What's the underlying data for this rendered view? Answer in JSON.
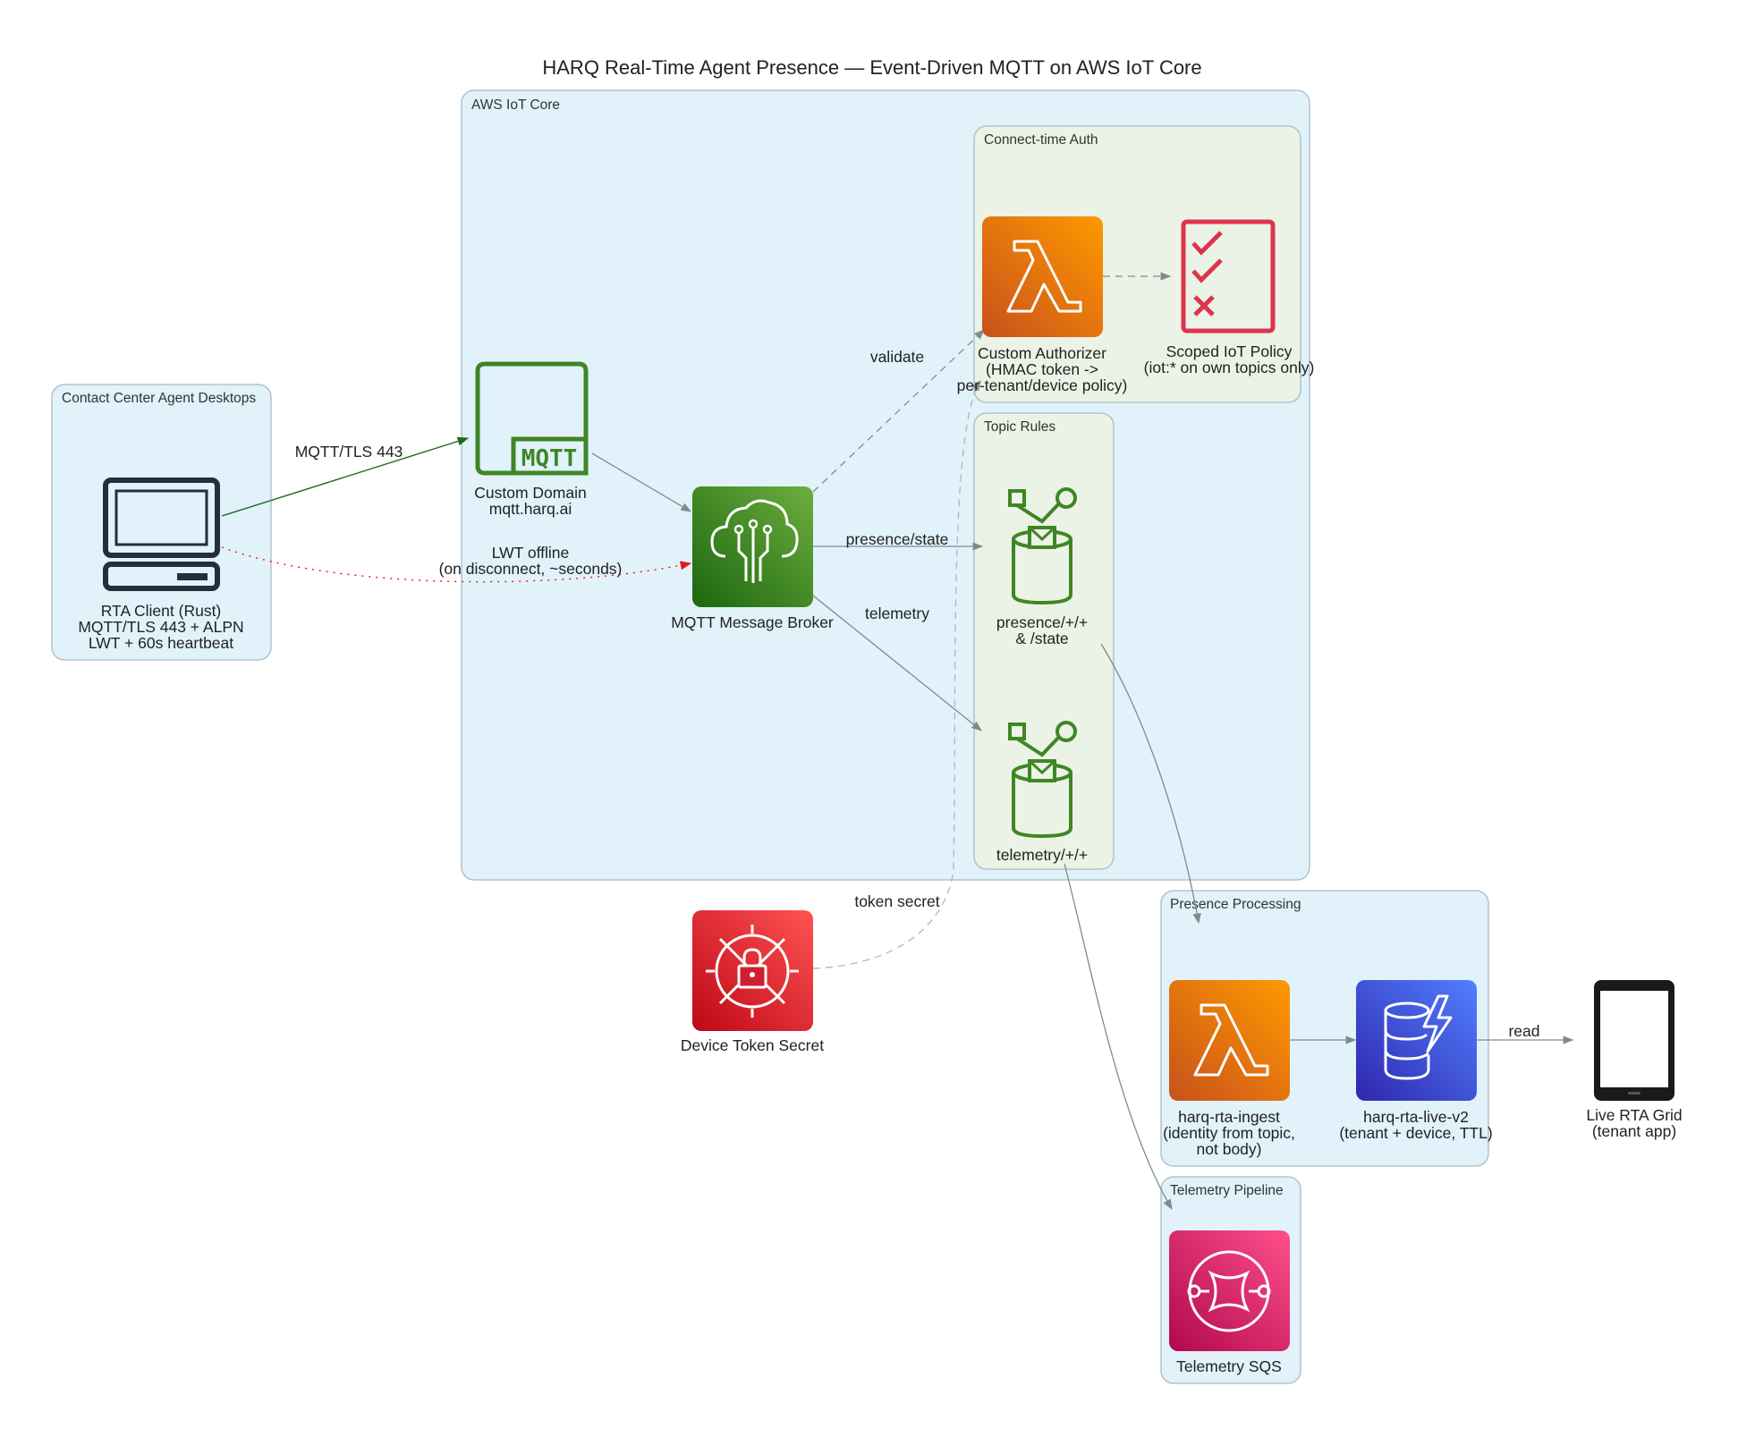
{
  "title": "HARQ Real-Time Agent Presence — Event-Driven MQTT on AWS IoT Core",
  "clusters": {
    "agents": "Contact Center Agent Desktops",
    "iot": "AWS IoT Core",
    "auth": "Connect-time Auth",
    "rules": "Topic Rules",
    "presence": "Presence Processing",
    "telemetry": "Telemetry Pipeline"
  },
  "nodes": {
    "client": {
      "lines": [
        "RTA Client (Rust)",
        "MQTT/TLS 443 + ALPN",
        "LWT + 60s heartbeat"
      ],
      "icon": "desktop-client-icon"
    },
    "domain": {
      "lines": [
        "Custom Domain",
        "mqtt.harq.ai"
      ],
      "icon": "mqtt-icon"
    },
    "broker": {
      "lines": [
        "MQTT Message Broker"
      ],
      "icon": "iot-core-icon"
    },
    "authorizer": {
      "lines": [
        "Custom Authorizer",
        "(HMAC token ->",
        "per-tenant/device policy)"
      ],
      "icon": "lambda-icon"
    },
    "policy": {
      "lines": [
        "Scoped IoT Policy",
        "(iot:* on own topics only)"
      ],
      "icon": "policy-checklist-icon"
    },
    "rule_presence": {
      "lines": [
        "presence/+/+",
        "& /state"
      ],
      "icon": "iot-topic-rule-icon"
    },
    "rule_telemetry": {
      "lines": [
        "telemetry/+/+"
      ],
      "icon": "iot-topic-rule-icon"
    },
    "secret": {
      "lines": [
        "Device Token Secret"
      ],
      "icon": "secrets-manager-icon"
    },
    "ingest": {
      "lines": [
        "harq-rta-ingest",
        "(identity from topic,",
        "not body)"
      ],
      "icon": "lambda-icon"
    },
    "dynamo": {
      "lines": [
        "harq-rta-live-v2",
        "(tenant + device, TTL)"
      ],
      "icon": "dynamodb-icon"
    },
    "grid": {
      "lines": [
        "Live RTA Grid",
        "(tenant app)"
      ],
      "icon": "tablet-icon"
    },
    "sqs": {
      "lines": [
        "Telemetry SQS"
      ],
      "icon": "sqs-icon"
    }
  },
  "edges": {
    "mqtt_tls": "MQTT/TLS 443",
    "lwt": [
      "LWT offline",
      "(on disconnect, ~seconds)"
    ],
    "validate": "validate",
    "presence_state": "presence/state",
    "telemetry": "telemetry",
    "token_secret": "token secret",
    "read": "read"
  },
  "colors": {
    "cluster_blue": "#e1f2fb",
    "cluster_green": "#ebf3e6",
    "cluster_border": "#a9b9c4",
    "edge_gray": "#7f8c8d",
    "edge_green": "#1e6b1e",
    "edge_red": "#e31b1b",
    "iot_green": "#3f8624",
    "lambda_orange": "#ed7100",
    "security_red": "#dd344c",
    "dynamo_blue": "#3b48cc",
    "sqs_pink": "#e7157b"
  }
}
